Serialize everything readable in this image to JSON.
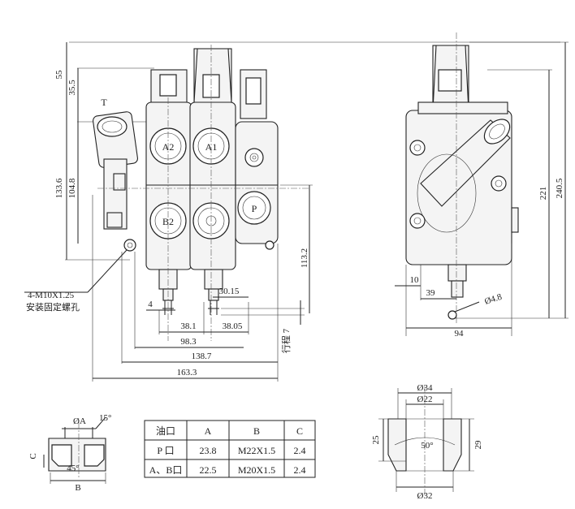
{
  "front_view": {
    "dims_vertical_left": [
      "55",
      "35.5",
      "133.6",
      "104.8"
    ],
    "port_top_label": "T",
    "ports": [
      "A2",
      "A1",
      "B2",
      "P"
    ],
    "dims_right": [
      "113.2"
    ],
    "mount_note_line1": "4-M10X1.25",
    "mount_note_line2": "安装固定螺孔",
    "dims_bottom": [
      "4",
      "30.15",
      "38.1",
      "38.05",
      "98.3",
      "138.7",
      "163.3"
    ],
    "stroke_label": "行程 7"
  },
  "side_view": {
    "dims": [
      "240.5",
      "221",
      "10",
      "39",
      "Ø4.8",
      "94"
    ]
  },
  "detail_port": {
    "labels": [
      "ØA",
      "15°",
      "C",
      "45°",
      "B"
    ]
  },
  "port_table": {
    "headers": [
      "油口",
      "A",
      "B",
      "C"
    ],
    "rows": [
      [
        "P 口",
        "23.8",
        "M22X1.5",
        "2.4"
      ],
      [
        "A、B口",
        "22.5",
        "M20X1.5",
        "2.4"
      ]
    ]
  },
  "detail_seal": {
    "labels": [
      "Ø34",
      "Ø22",
      "25",
      "29",
      "50°",
      "Ø32"
    ]
  }
}
